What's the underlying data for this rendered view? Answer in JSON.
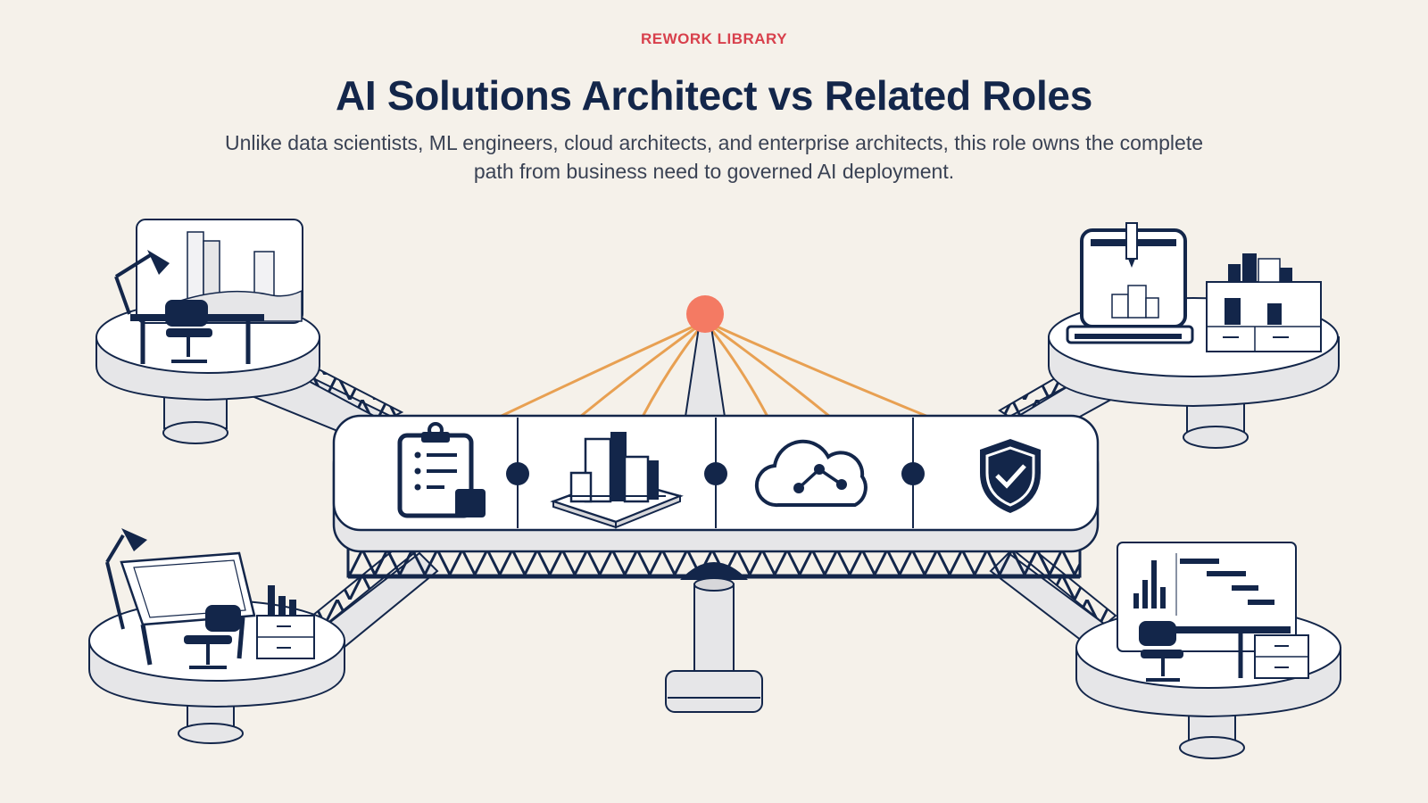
{
  "header": {
    "eyebrow": "REWORK LIBRARY",
    "title": "AI Solutions Architect vs Related Roles",
    "subtitle": "Unlike data scientists, ML engineers, cloud architects, and enterprise architects, this role owns the complete path from business need to governed AI deployment."
  },
  "hub": {
    "modules": [
      {
        "icon": "clipboard-checklist-icon"
      },
      {
        "icon": "city-blueprint-model-icon"
      },
      {
        "icon": "cloud-network-icon"
      },
      {
        "icon": "shield-check-icon"
      }
    ]
  },
  "platforms": [
    {
      "position": "top-left",
      "scene": "desk-with-lamp-and-city-monitor"
    },
    {
      "position": "bottom-left",
      "scene": "drafting-table-with-chair-and-cabinet"
    },
    {
      "position": "top-right",
      "scene": "3d-printer-and-building-models"
    },
    {
      "position": "bottom-right",
      "scene": "desk-with-gantt-chart-monitor"
    }
  ],
  "colors": {
    "background": "#f5f1ea",
    "navy": "#13264a",
    "accent_red": "#d8404c",
    "cable_orange": "#e8a052",
    "beacon": "#f47a63",
    "platform_fill": "#e6e6e8"
  }
}
